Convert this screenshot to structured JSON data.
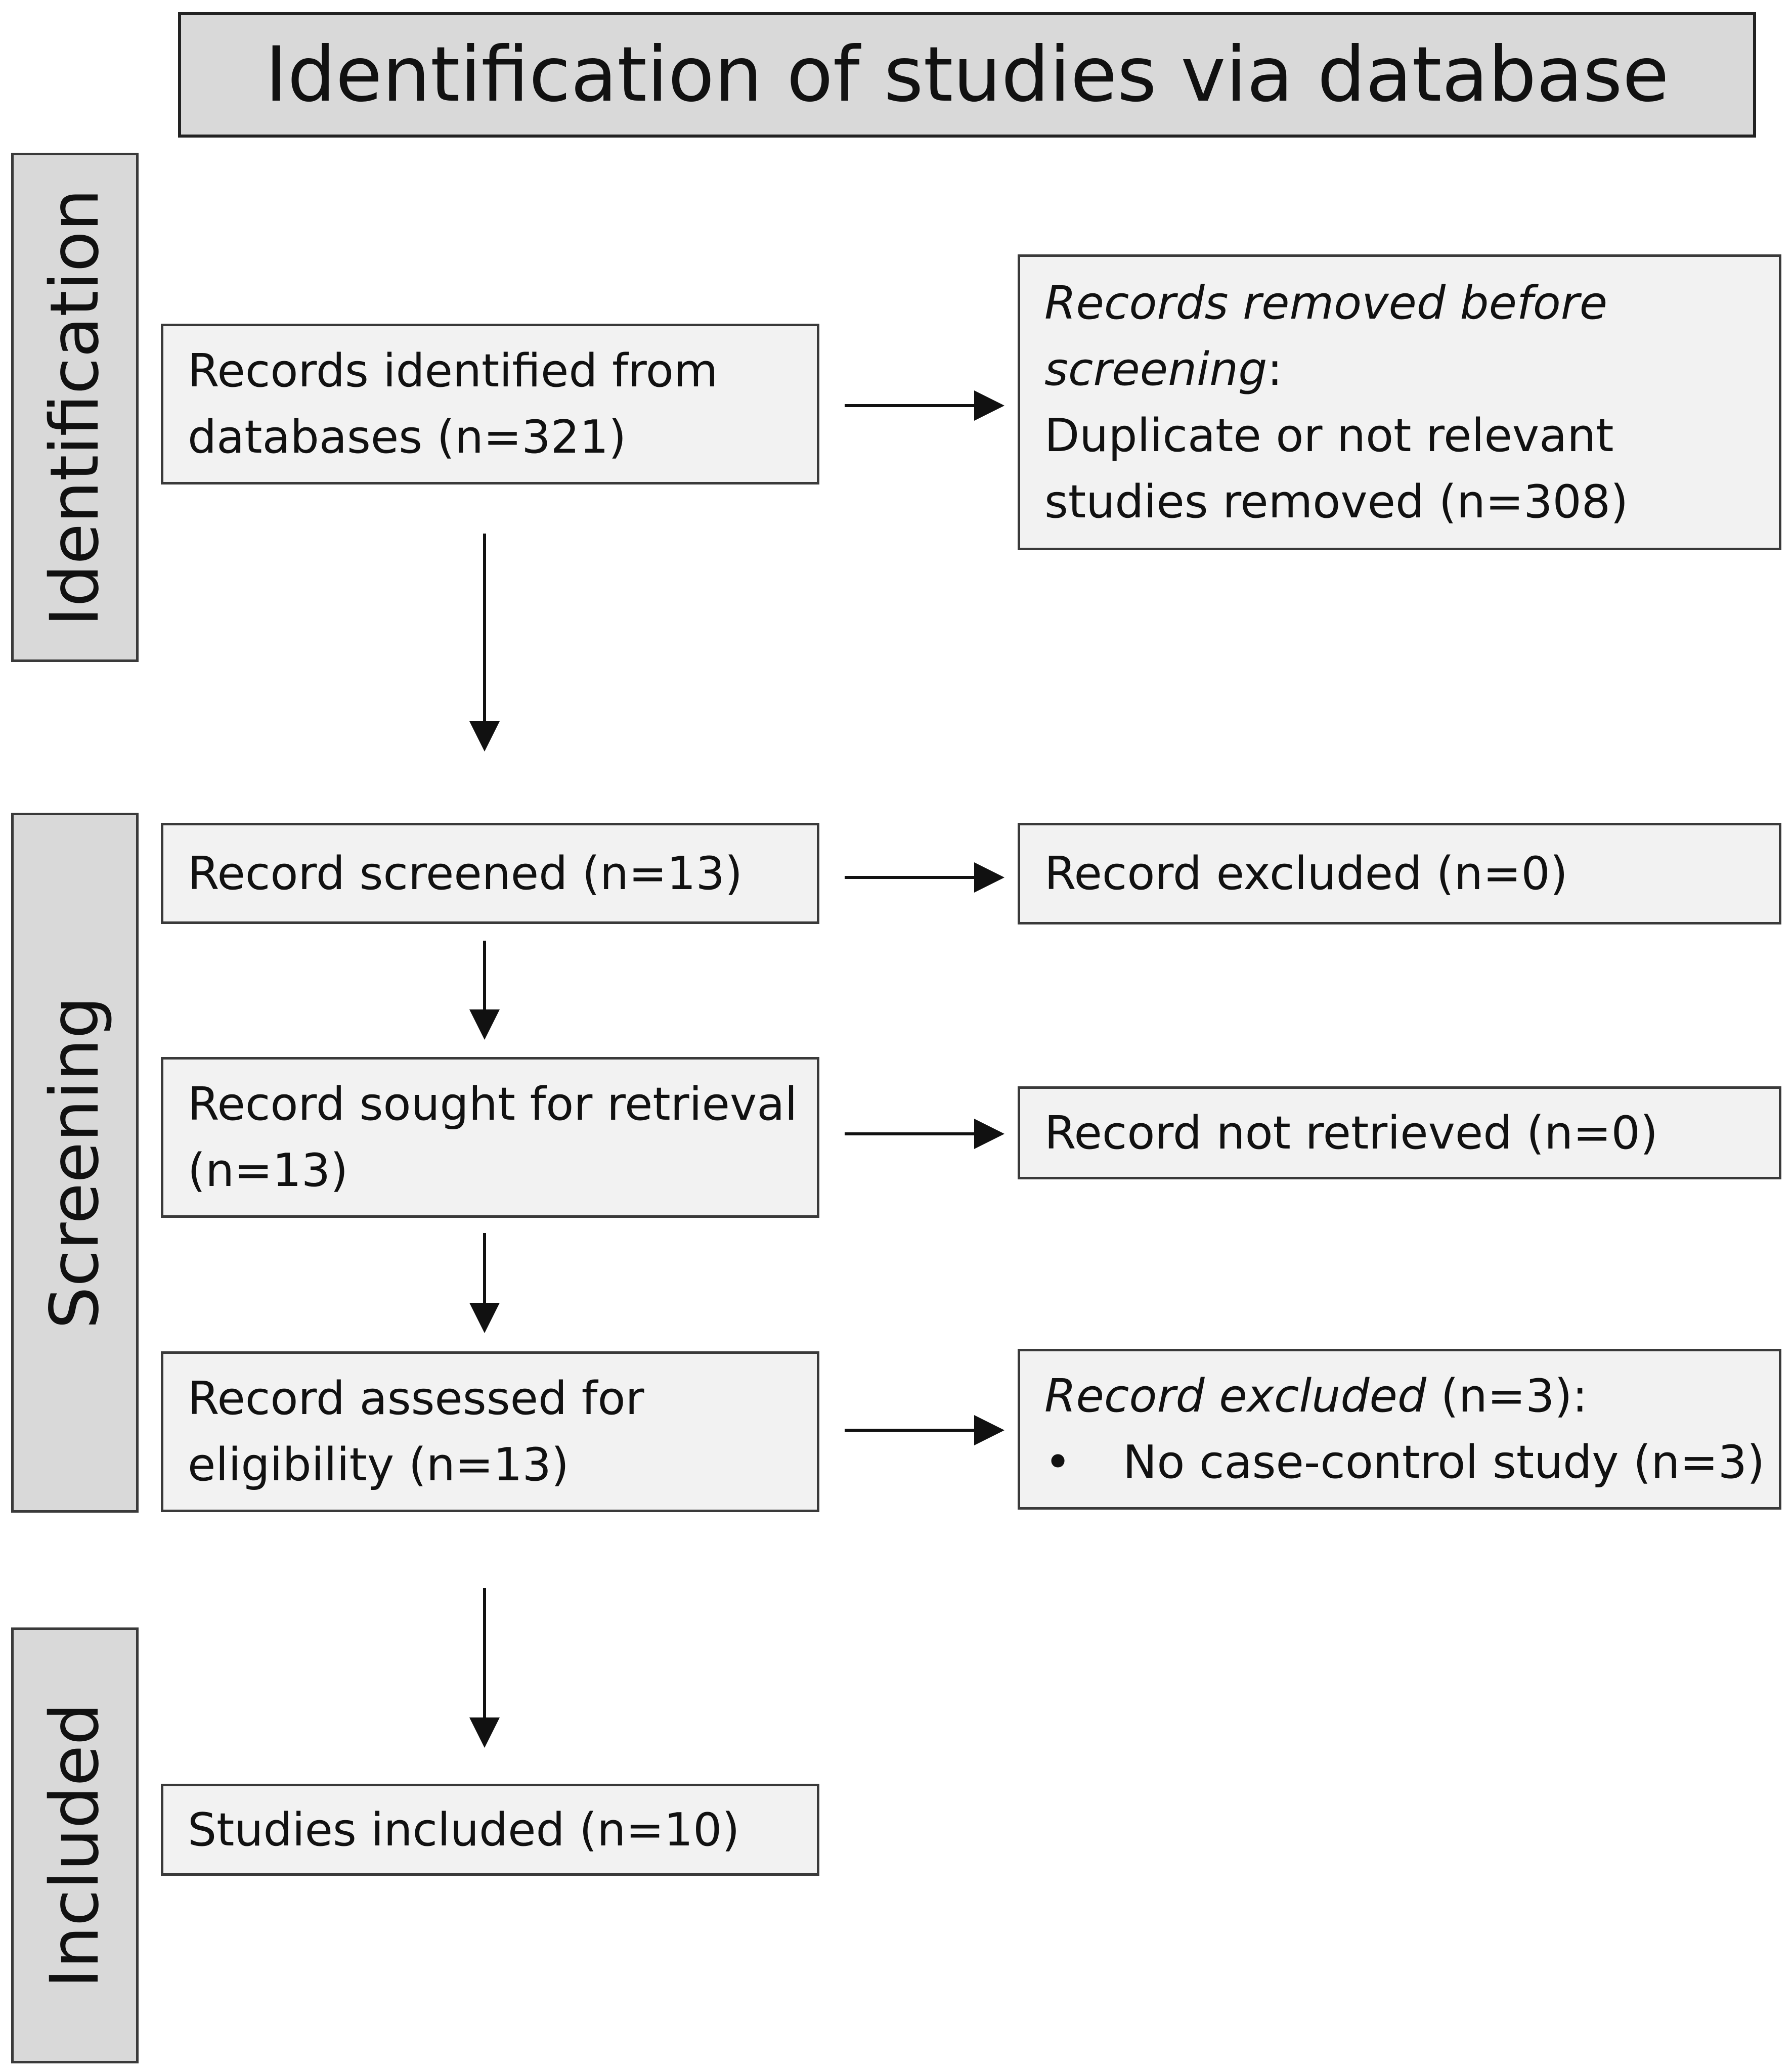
{
  "header": {
    "title": "Identification of studies via database"
  },
  "phases": {
    "identification": "Identification",
    "screening": "Screening",
    "included": "Included"
  },
  "boxes": {
    "records_identified": {
      "line1": "Records identified from",
      "line2": "databases (n=321)"
    },
    "records_removed": {
      "heading1": "Records removed before",
      "heading2_italic": "screening",
      "heading2_colon": ":",
      "line3": "Duplicate or not relevant",
      "line4": "studies removed (n=308)"
    },
    "record_screened": {
      "line1": "Record screened (n=13)"
    },
    "record_excluded": {
      "line1": "Record excluded (n=0)"
    },
    "record_sought": {
      "line1": "Record sought for retrieval",
      "line2": "(n=13)"
    },
    "record_not_retrieved": {
      "line1": "Record not retrieved  (n=0)"
    },
    "record_assessed": {
      "line1": "Record assessed for",
      "line2": "eligibility (n=13)"
    },
    "record_excluded_eligibility": {
      "heading_italic": "Record excluded",
      "heading_rest": " (n=3):",
      "bullet": "•",
      "bullet_text": "No case-control study (n=3)"
    },
    "studies_included": {
      "line1": "Studies included (n=10)"
    }
  }
}
